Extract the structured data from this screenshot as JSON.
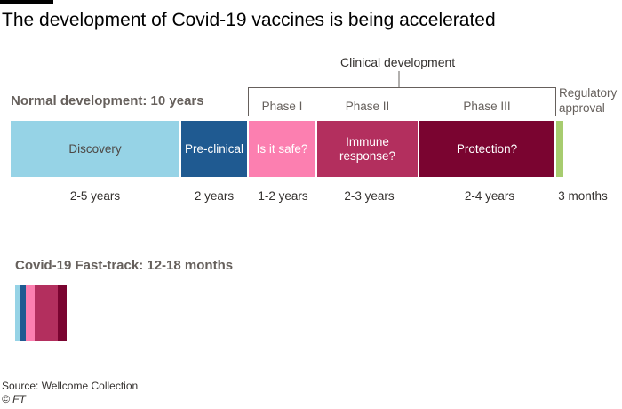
{
  "title": "The development of Covid-19 vaccines is being accelerated",
  "clinical_label": "Clinical development",
  "normal": {
    "title": "Normal development: 10 years",
    "regulatory_label_line1": "Regulatory",
    "regulatory_label_line2": "approval",
    "segments": [
      {
        "label": "Discovery",
        "duration": "2-5 years",
        "color": "#96d3e6",
        "text_color": "#4d4845"
      },
      {
        "label": "Pre-clinical",
        "duration": "2 years",
        "color": "#1f5a91",
        "text_color": "#ffffff"
      },
      {
        "label": "Is it safe?",
        "phase": "Phase I",
        "duration": "1-2 years",
        "color": "#fc7fb0",
        "text_color": "#ffffff"
      },
      {
        "label_line1": "Immune",
        "label_line2": "response?",
        "phase": "Phase II",
        "duration": "2-3 years",
        "color": "#b32f5e",
        "text_color": "#ffffff"
      },
      {
        "label": "Protection?",
        "phase": "Phase III",
        "duration": "2-4 years",
        "color": "#7a0430",
        "text_color": "#ffffff"
      },
      {
        "label": "",
        "duration": "3 months",
        "color": "#a7cc6f",
        "text_color": "#ffffff"
      }
    ]
  },
  "fast_track": {
    "title": "Covid-19 Fast-track: 12-18 months",
    "colors": [
      "#96d3e6",
      "#1f5a91",
      "#fc7fb0",
      "#b32f5e",
      "#7a0430"
    ]
  },
  "source": "Source: Wellcome Collection",
  "credit": "© FT"
}
